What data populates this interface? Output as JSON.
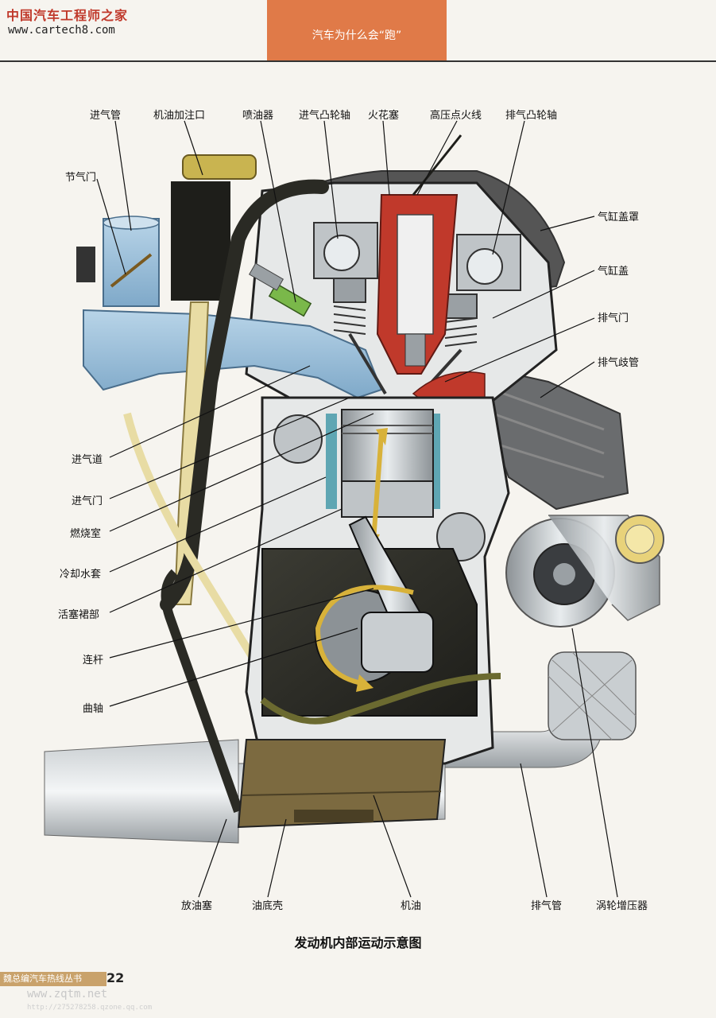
{
  "watermark": {
    "site_name": "中国汽车工程师之家",
    "url": "www.cartech8.com"
  },
  "header": {
    "title": "汽车为什么会“跑”"
  },
  "labels": {
    "intake_pipe": "进气管",
    "oil_filler": "机油加注口",
    "injector": "喷油器",
    "intake_camshaft": "进气凸轮轴",
    "spark_plug": "火花塞",
    "ht_lead": "高压点火线",
    "exhaust_camshaft": "排气凸轮轴",
    "throttle": "节气门",
    "valve_cover": "气缸盖罩",
    "cylinder_head": "气缸盖",
    "exhaust_valve": "排气门",
    "exhaust_manifold": "排气歧管",
    "intake_port": "进气道",
    "intake_valve": "进气门",
    "combustion_chamber": "燃烧室",
    "water_jacket": "冷却水套",
    "piston_skirt": "活塞裙部",
    "connecting_rod": "连杆",
    "crankshaft": "曲轴",
    "drain_plug": "放油塞",
    "oil_pan": "油底壳",
    "engine_oil": "机油",
    "exhaust_pipe": "排气管",
    "turbocharger": "涡轮增压器"
  },
  "caption": "发动机内部运动示意图",
  "footer": {
    "series": "魏总编汽车热线丛书",
    "page": "22",
    "url1": "www.zqtm.net",
    "url2": "http://275278258.qzone.qq.com"
  }
}
